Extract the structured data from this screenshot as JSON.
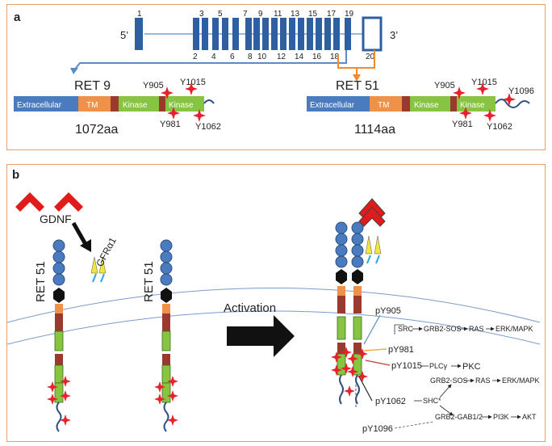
{
  "panel_a": {
    "label": "a",
    "five_prime": "5’",
    "three_prime": "3’",
    "exon_top_numbers": [
      "1",
      "3",
      "5",
      "7",
      "9",
      "11",
      "13",
      "15",
      "17",
      "19"
    ],
    "exon_bottom_numbers": [
      "2",
      "4",
      "6",
      "8",
      "10",
      "12",
      "14",
      "16",
      "18",
      "20"
    ],
    "ret9": {
      "name": "RET 9",
      "length": "1072aa",
      "domains": [
        "Extracellular",
        "TM",
        "Kinase",
        "Kinase"
      ],
      "tyrosines": [
        "Y905",
        "Y1015",
        "Y981",
        "Y1062"
      ]
    },
    "ret51": {
      "name": "RET 51",
      "length": "1114aa",
      "domains": [
        "Extracellular",
        "TM",
        "Kinase",
        "Kinase"
      ],
      "tyrosines": [
        "Y905",
        "Y1015",
        "Y1096",
        "Y981",
        "Y1062"
      ]
    }
  },
  "panel_b": {
    "label": "b",
    "gdnf": "GDNF",
    "gfra1": "GFRα1",
    "receptor_left": "RET 51",
    "receptor_right": "RET 51",
    "activation": "Activation",
    "sites": {
      "pY905": "pY905",
      "pY981": "pY981",
      "pY1015": "pY1015",
      "pY1062": "pY1062",
      "pY1096": "pY1096"
    },
    "pathways": {
      "src": "SRC",
      "grb2_sos_1": "GRB2-SOS",
      "ras_1": "RAS",
      "erk_1": "ERK/MAPK",
      "plc": "PLCγ",
      "pkc": "PKC",
      "grb2_sos_2": "GRB2-SOS",
      "ras_2": "RAS",
      "erk_2": "ERK/MAPK",
      "shc": "SHC*",
      "grb2_gab": "GRB2-GAB1/2",
      "pi3k": "PI3K",
      "akt": "AKT"
    },
    "colors": {
      "extracellular": "#4a7bbf",
      "tm": "#f0914a",
      "kinase": "#86c442",
      "linker": "#9a3a2e",
      "star": "#e8202a",
      "ligand": "#e01b1b",
      "gfr": "#f2e640"
    }
  }
}
